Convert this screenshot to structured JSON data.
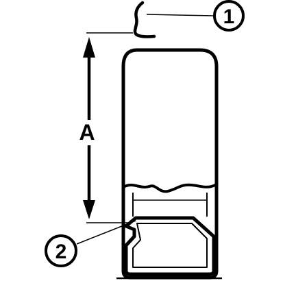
{
  "diagram": {
    "dimension_label": "A",
    "callouts": [
      {
        "number": "1"
      },
      {
        "number": "2"
      }
    ]
  },
  "colors": {
    "line": "#000000",
    "background": "#ffffff"
  }
}
